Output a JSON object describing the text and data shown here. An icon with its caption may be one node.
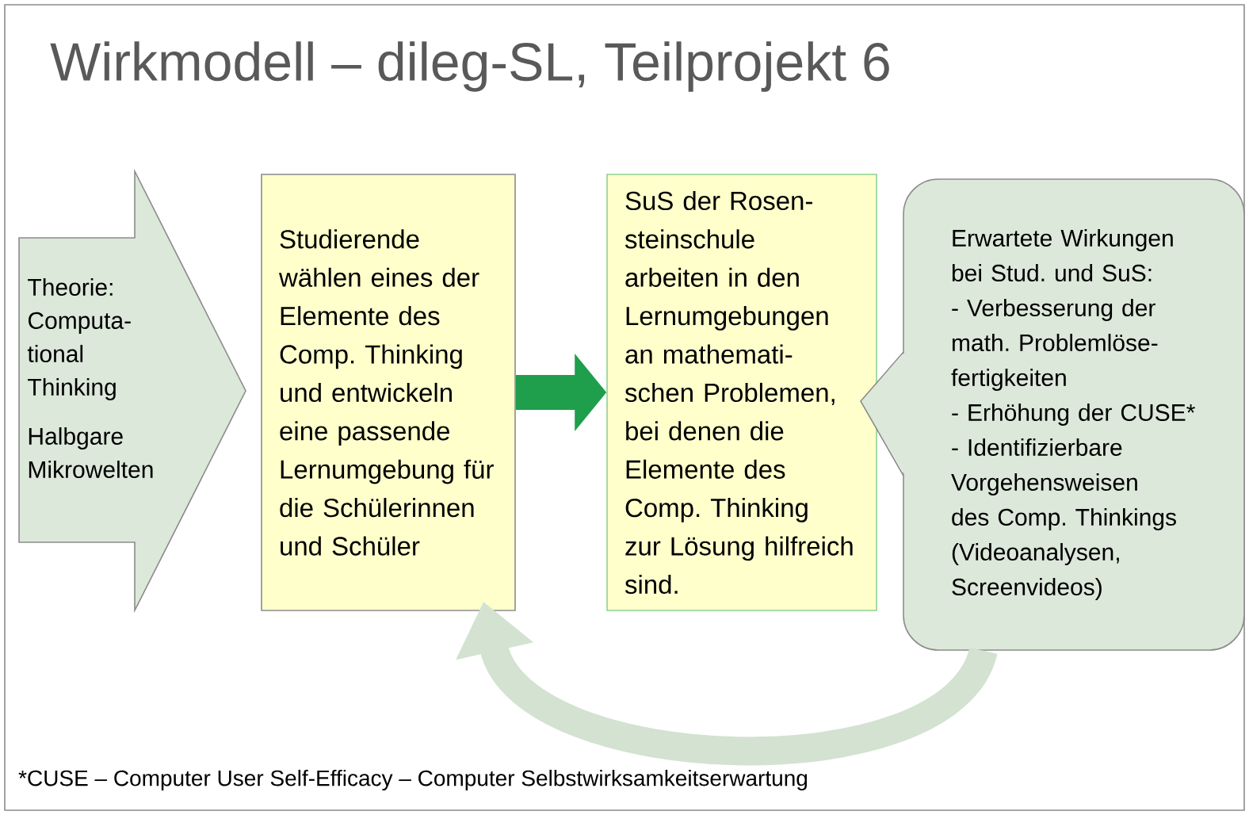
{
  "diagram": {
    "title": "Wirkmodell – dileg-SL, Teilprojekt 6",
    "nodes": [
      {
        "text": [
          "Theorie: Computa- tional Thinking",
          "Halbgare Mikrowelten"
        ]
      },
      {
        "text": [
          "Studierende wählen eines der Elemente des Comp. Thinking und entwickeln eine passende Lernumgebung für die Schülerinnen und Schüler"
        ]
      },
      {
        "text": [
          "SuS der Rosen- steinschule arbeiten in den Lernumgebungen an mathemati- schen Problemen, bei denen die Elemente des Comp. Thinking zur Lösung hilfreich sind."
        ]
      },
      {
        "text": [
          "Erwartete Wirkungen bei Stud. und SuS:",
          "- Verbesserung der math. Problemlöse- fertigkeiten",
          "- Erhöhung der CUSE*",
          "- Identifizierbare Vorgehensweisen des Comp. Thinkings (Videoanalysen, Screenvideos)"
        ]
      }
    ],
    "edges": [
      {
        "from": 1,
        "to": 2,
        "arrow": "to",
        "color": "#1f9e4c"
      },
      {
        "from": 3,
        "to": 1,
        "arrow": "to",
        "color": "#d3e2d1"
      }
    ],
    "labels": [
      "*CUSE – Computer User Self-Efficacy – Computer Selbstwirksamkeitserwartung"
    ]
  }
}
